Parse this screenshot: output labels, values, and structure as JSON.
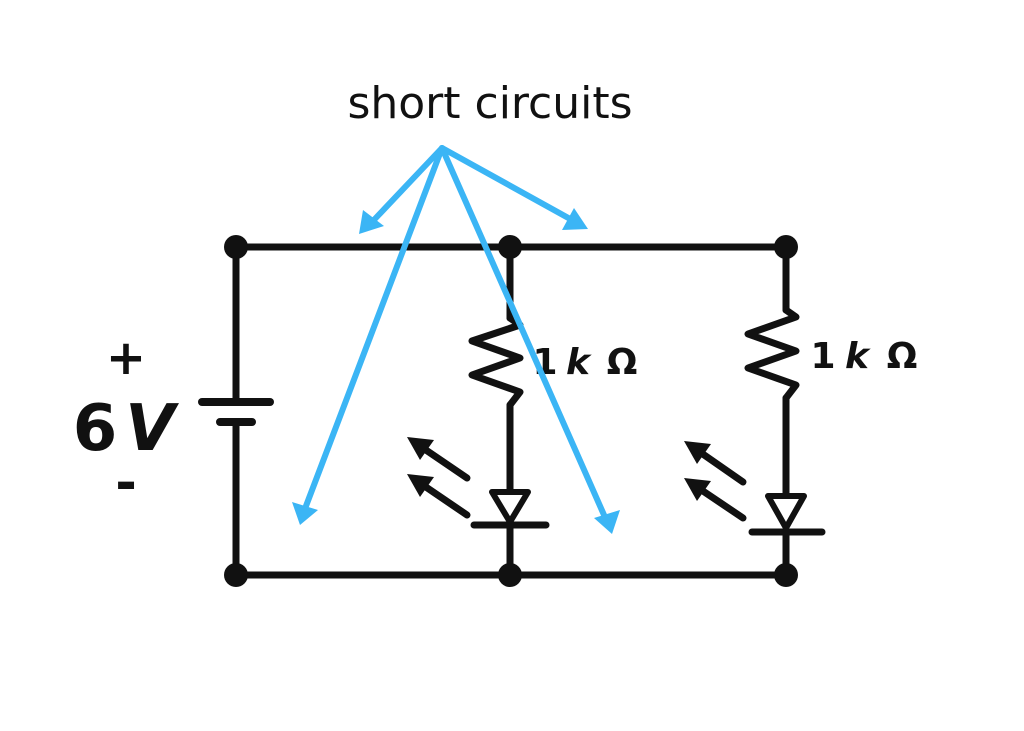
{
  "annotation": {
    "text": "short circuits"
  },
  "battery": {
    "voltage_value": "6",
    "voltage_unit": "V",
    "plus_sign": "+",
    "minus_sign": "-"
  },
  "resistor_left": {
    "value": "1",
    "prefix": "k",
    "unit": "Ω"
  },
  "resistor_right": {
    "value": "1",
    "prefix": "k",
    "unit": "Ω"
  },
  "colors": {
    "wire": "#111111",
    "arrow": "#3bb5f5",
    "background": "#ffffff"
  }
}
